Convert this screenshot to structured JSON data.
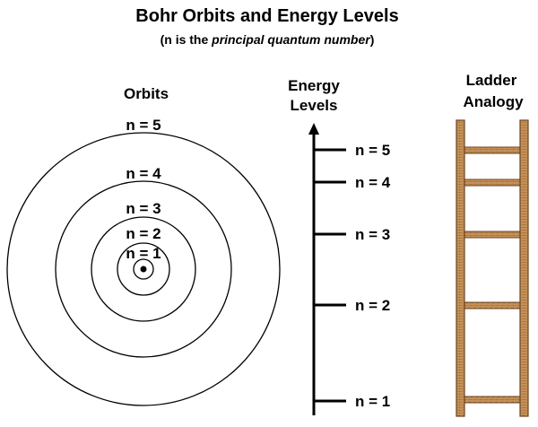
{
  "title": "Bohr Orbits and Energy Levels",
  "subtitle": {
    "prefix": "(n is the ",
    "emphasis": "principal quantum number",
    "suffix": ")"
  },
  "orbits": {
    "heading": "Orbits",
    "labels": [
      "n = 1",
      "n = 2",
      "n = 3",
      "n = 4",
      "n = 5"
    ]
  },
  "energy": {
    "heading_line1": "Energy",
    "heading_line2": "Levels",
    "labels": [
      "n = 1",
      "n = 2",
      "n = 3",
      "n = 4",
      "n = 5"
    ]
  },
  "ladder": {
    "heading_line1": "Ladder",
    "heading_line2": "Analogy"
  },
  "colors": {
    "ink": "#000000",
    "wood": "#c9955b",
    "wood_edge": "#6b4420",
    "wood_grain": "#8a5a2c"
  }
}
